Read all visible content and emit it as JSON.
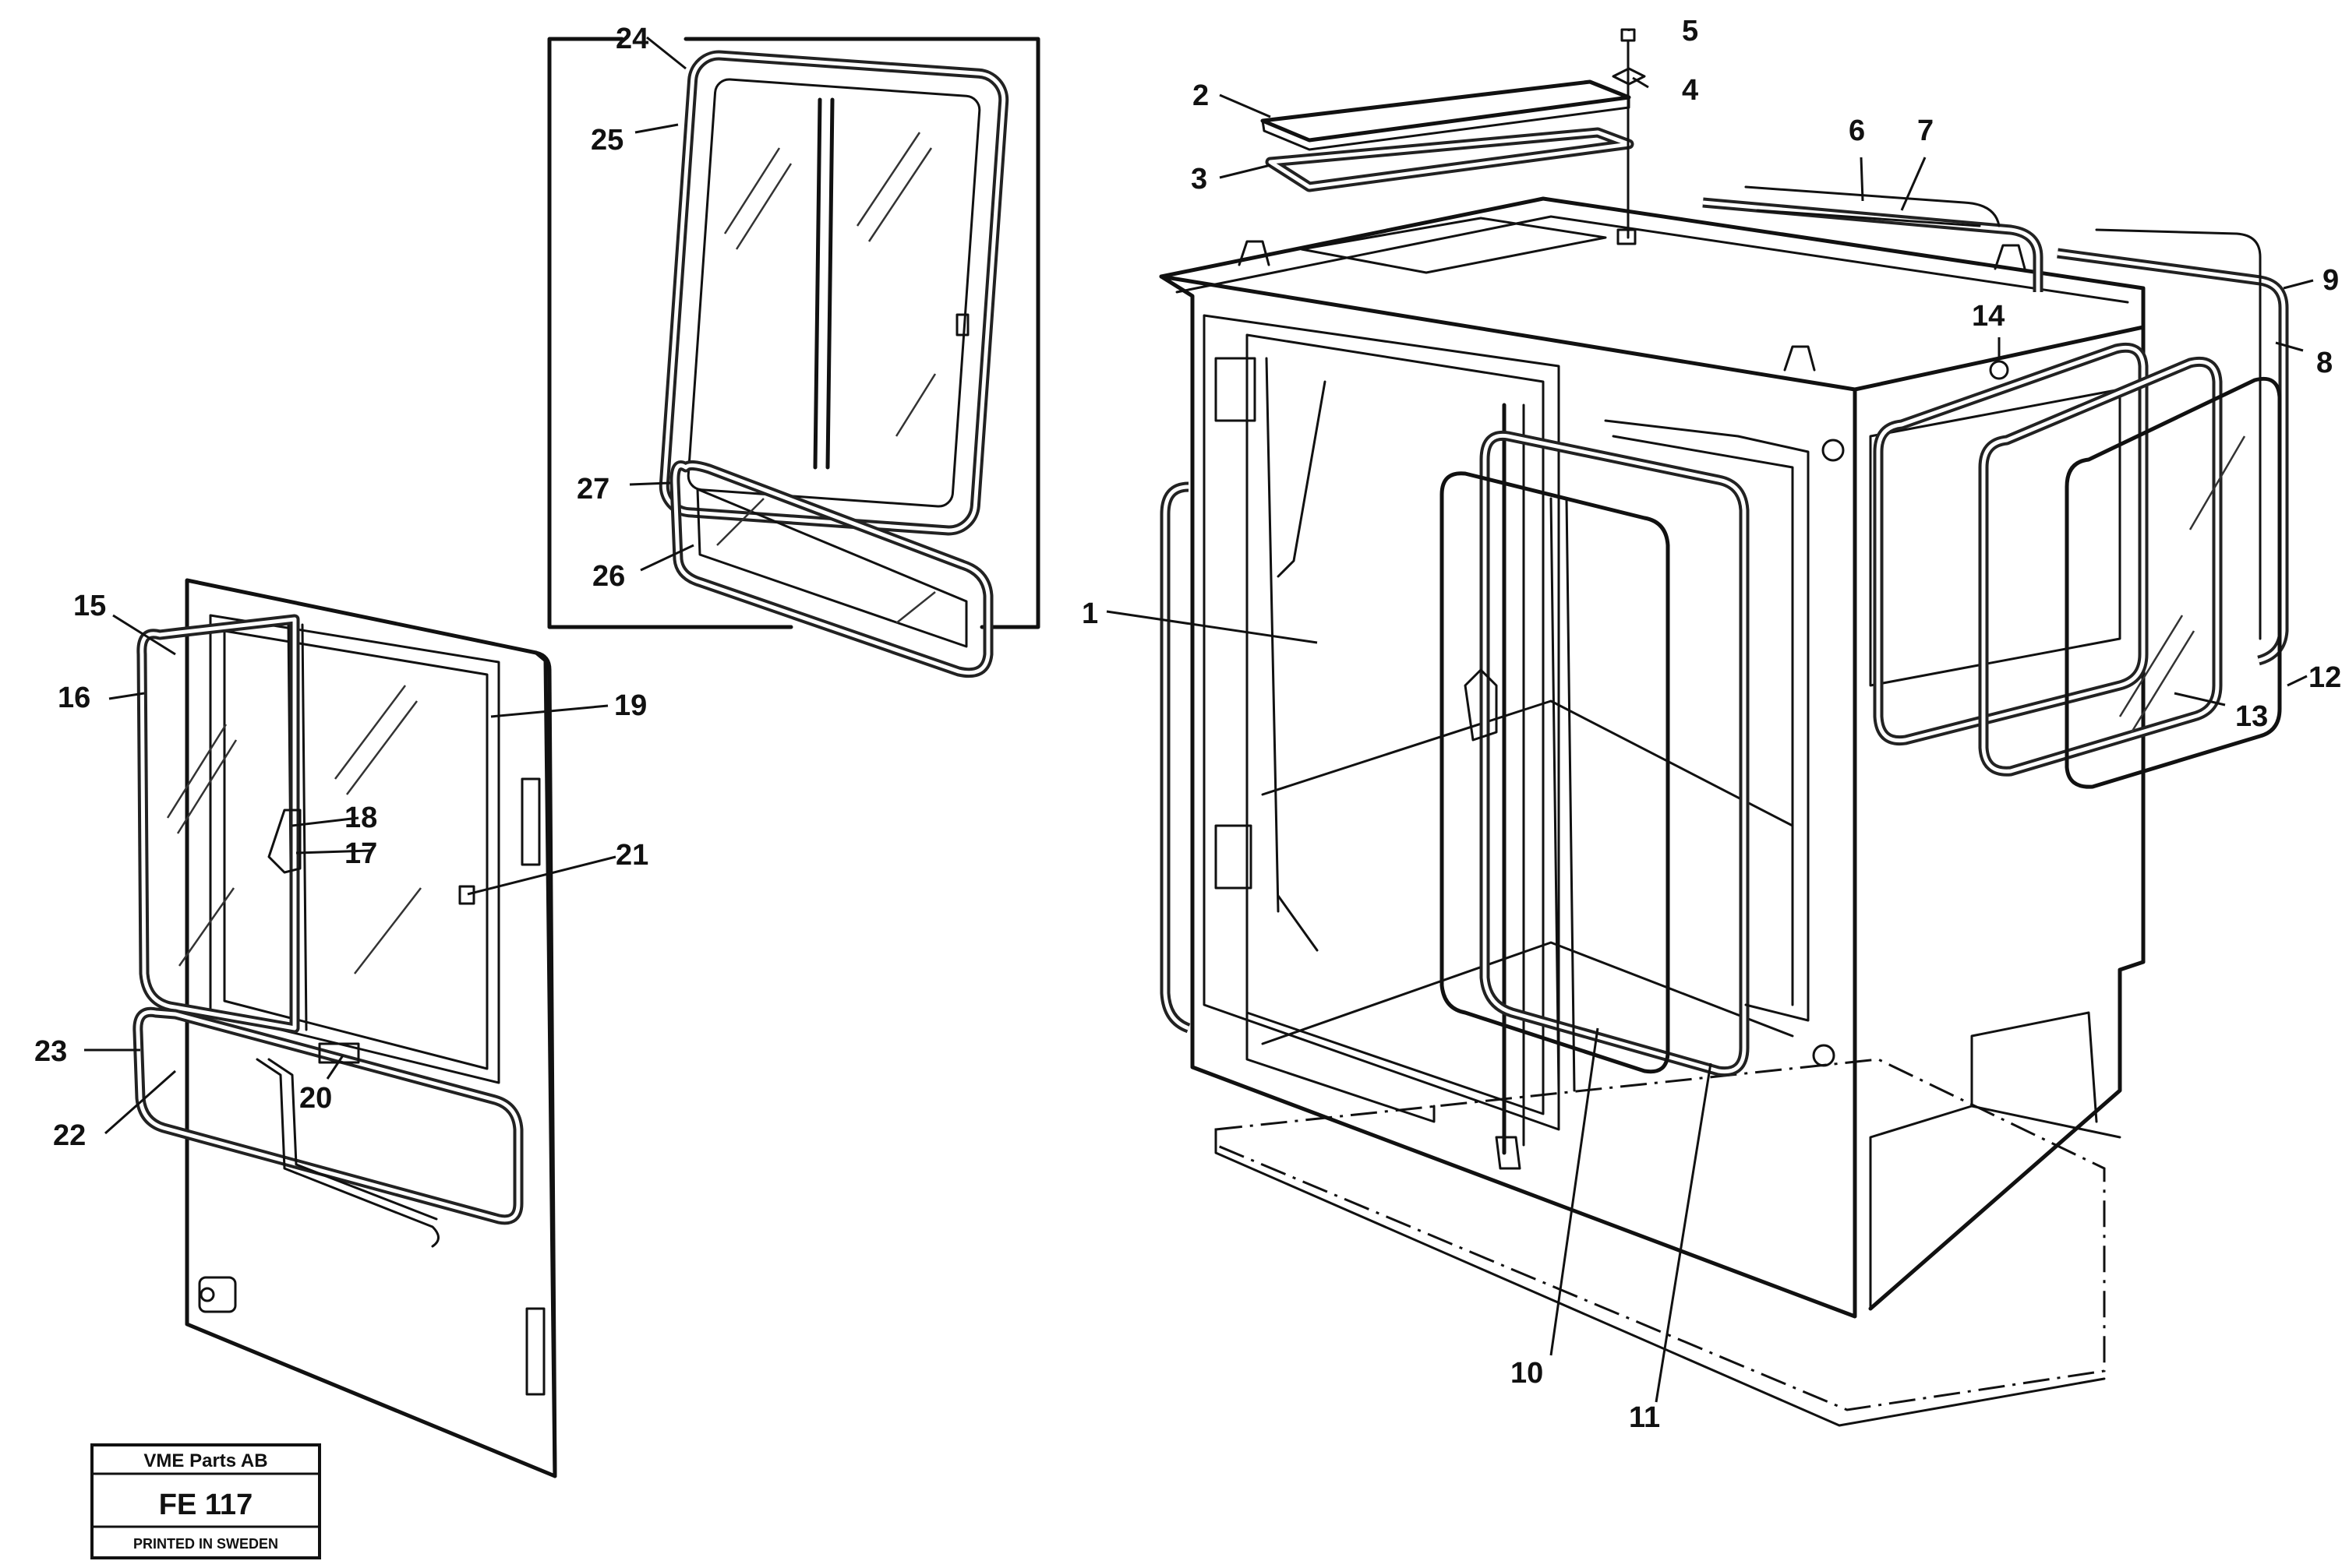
{
  "callouts": [
    "1",
    "2",
    "3",
    "4",
    "5",
    "6",
    "7",
    "8",
    "9",
    "10",
    "11",
    "12",
    "13",
    "14",
    "15",
    "16",
    "17",
    "18",
    "19",
    "20",
    "21",
    "22",
    "23",
    "24",
    "25",
    "26",
    "27"
  ],
  "stamp": {
    "company": "VME Parts AB",
    "code": "FE 117",
    "footer": "PRINTED IN SWEDEN"
  }
}
